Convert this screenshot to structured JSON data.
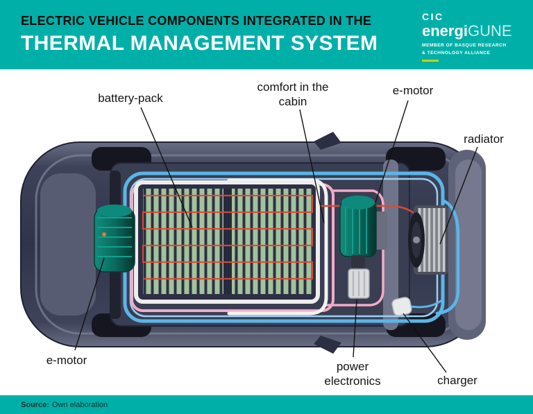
{
  "header": {
    "title_line1": "ELECTRIC VEHICLE COMPONENTS INTEGRATED IN THE",
    "title_line2": "THERMAL MANAGEMENT SYSTEM",
    "logo": {
      "cic": "CIC",
      "brand_bold": "energi",
      "brand_light": "GUNE",
      "tagline_line1": "MEMBER OF BASQUE RESEARCH",
      "tagline_line2": "& TECHNOLOGY ALLIANCE"
    }
  },
  "labels": {
    "battery_pack": "battery-pack",
    "cabin_comfort": "comfort in the cabin",
    "e_motor_front": "e-motor",
    "radiator": "radiator",
    "e_motor_rear": "e-motor",
    "power_electronics": "power electronics",
    "charger": "charger"
  },
  "footer": {
    "source_label": "Source:",
    "source_text": "Own elaboration"
  },
  "colors": {
    "teal_band": "#00b0a8",
    "accent_yellow_green": "#c6d400",
    "car_body_dark": "#343850",
    "motor_teal": "#0b7a6c",
    "battery_green": "#a2c29b",
    "tube_blue": "#5ab6e8",
    "tube_pink": "#f2abc9",
    "tube_red": "#d84b38",
    "tube_white": "#f2f2f2",
    "radiator_gray": "#c7cacd"
  }
}
